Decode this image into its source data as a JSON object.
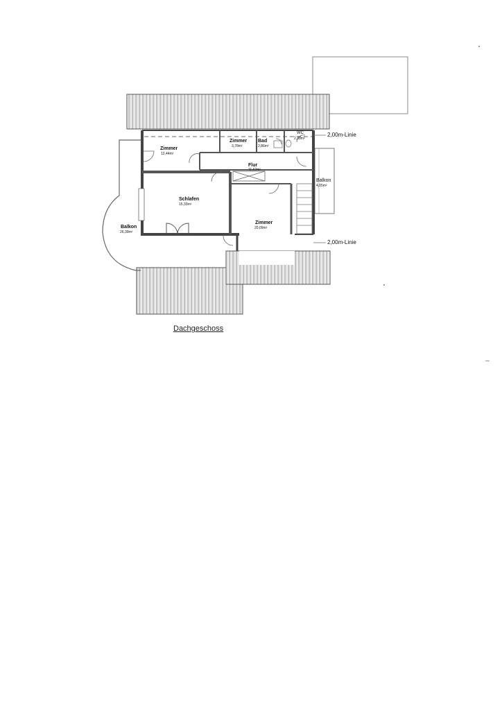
{
  "caption": "Dachgeschoss",
  "rooms": {
    "zimmer_1": {
      "name": "Zimmer",
      "area": "12,44m²"
    },
    "zimmer_2": {
      "name": "Zimmer",
      "area": "3,78m²"
    },
    "bad": {
      "name": "Bad",
      "area": "2,86m²"
    },
    "wc": {
      "name": "WC",
      "area": "2,38m²"
    },
    "flur": {
      "name": "Flur",
      "area": "11,62m²"
    },
    "schlafen": {
      "name": "Schlafen",
      "area": "15,33m²"
    },
    "zimmer_3": {
      "name": "Zimmer",
      "area": "20,09m²"
    },
    "balkon_west": {
      "name": "Balkon",
      "area": "26,39m²"
    },
    "balkon_ost": {
      "name": "Balkon",
      "area": "4,05m²"
    }
  },
  "lines": {
    "top": "2,00m-Linie",
    "bottom": "2,00m-Linie"
  }
}
